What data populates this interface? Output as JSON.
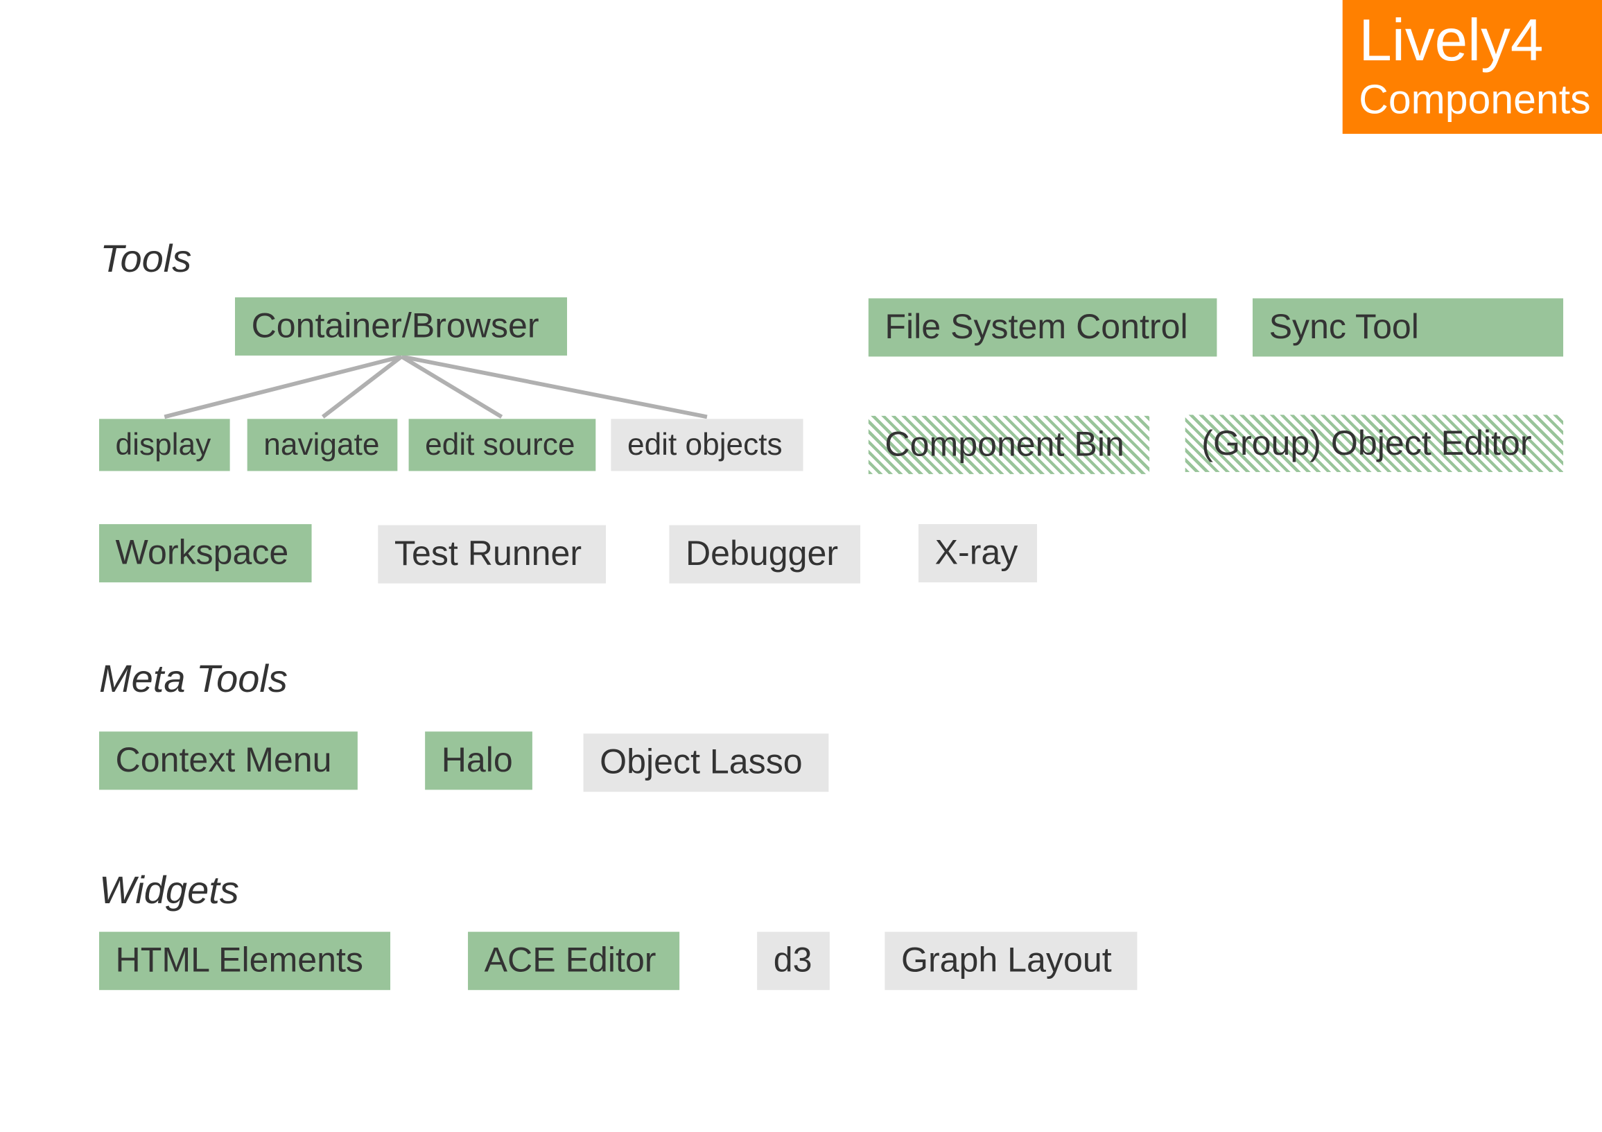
{
  "logo": {
    "title": "Lively4",
    "subtitle": "Components"
  },
  "colors": {
    "implemented": "#99c49a",
    "planned": "#e6e6e6",
    "accent": "#ff8000"
  },
  "sections": {
    "tools": {
      "heading": "Tools",
      "container": "Container/Browser",
      "modes": [
        "display",
        "navigate",
        "edit source",
        "edit objects"
      ],
      "file_system": "File System Control",
      "sync": "Sync Tool",
      "component_bin": "Component Bin",
      "object_editor": "(Group) Object Editor",
      "workspace": "Workspace",
      "test_runner": "Test Runner",
      "debugger": "Debugger",
      "xray": "X-ray"
    },
    "meta": {
      "heading": "Meta Tools",
      "context_menu": "Context Menu",
      "halo": "Halo",
      "lasso": "Object Lasso"
    },
    "widgets": {
      "heading": "Widgets",
      "html": "HTML Elements",
      "ace": "ACE Editor",
      "d3": "d3",
      "graph": "Graph Layout"
    }
  }
}
